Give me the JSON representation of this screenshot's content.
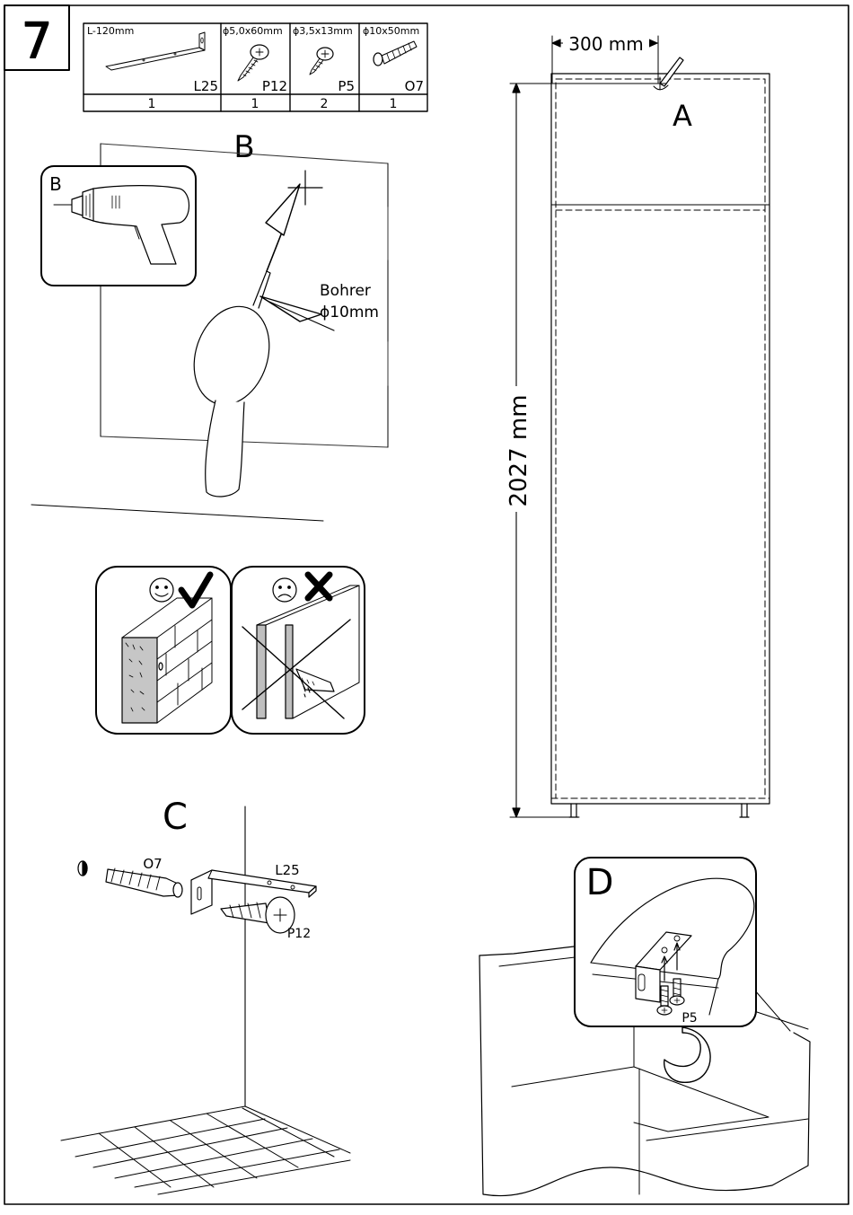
{
  "step": {
    "number": "7"
  },
  "parts_table": {
    "parts": [
      {
        "spec": "L-120mm",
        "code": "L25",
        "qty": "1",
        "icon": "angle-bracket-icon"
      },
      {
        "spec": "ɸ5,0x60mm",
        "code": "P12",
        "qty": "1",
        "icon": "long-screw-icon"
      },
      {
        "spec": "ɸ3,5x13mm",
        "code": "P5",
        "qty": "2",
        "icon": "short-screw-icon"
      },
      {
        "spec": "ɸ10x50mm",
        "code": "O7",
        "qty": "1",
        "icon": "wall-plug-icon"
      }
    ]
  },
  "section_a": {
    "label": "A",
    "width_dim": "300 mm",
    "height_dim": "2027 mm"
  },
  "section_b": {
    "label": "B",
    "inset_label": "B",
    "drill_label": "Bohrer",
    "drill_size": "ɸ10mm"
  },
  "wall_types": {
    "good_icon": "smiley-check-icon",
    "bad_icon": "frown-cross-icon"
  },
  "section_c": {
    "label": "C",
    "plug_code": "O7",
    "bracket_code": "L25",
    "screw_code": "P12"
  },
  "section_d": {
    "label": "D",
    "screw_code": "P5"
  }
}
